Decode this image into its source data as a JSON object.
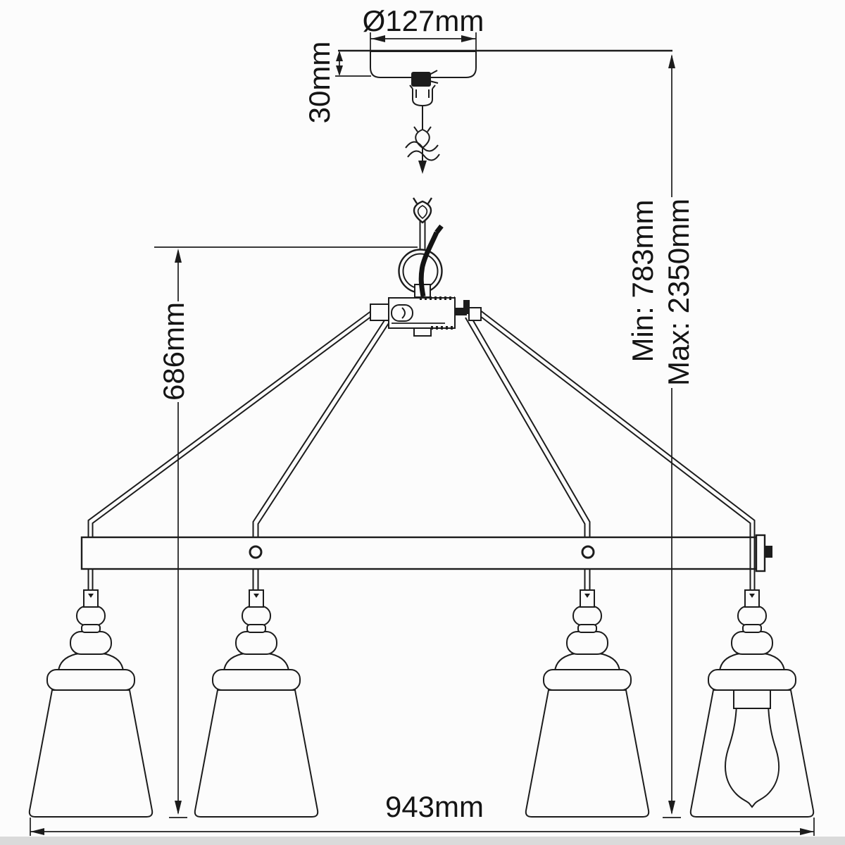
{
  "diagram": {
    "kind": "technical dimension drawing",
    "subject": "4-light linear chandelier with bell glass shades, chain suspension and ceiling canopy",
    "background_color": "#fcfcfc",
    "line_color": "#1c1c1c",
    "dimensions": {
      "canopy_diameter": "Ø127mm",
      "canopy_height": "30mm",
      "body_height": "686mm",
      "min_drop": "Min: 783mm",
      "max_drop": "Max: 2350mm",
      "fixture_width": "943mm"
    }
  }
}
